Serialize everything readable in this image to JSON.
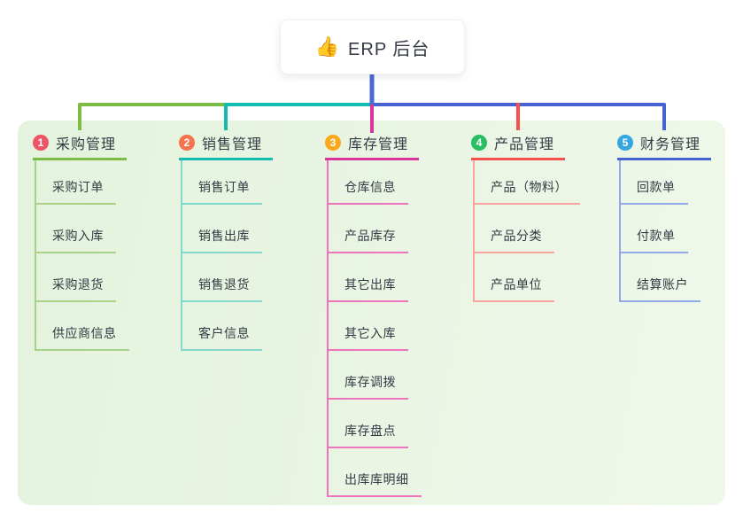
{
  "root": {
    "icon_char": "👍",
    "title": "ERP 后台"
  },
  "colors": {
    "panel_background": "#e9f5e2",
    "root_stem_blue": "#4d68d9",
    "branch_line_colors": [
      "#7cbc45",
      "#13bcae",
      "#d9369b",
      "#f4504c",
      "#4663d4"
    ],
    "badge_colors": [
      "#ec5565",
      "#f4744e",
      "#fba81d",
      "#28be61",
      "#35a6e0"
    ]
  },
  "branches": [
    {
      "num": "1",
      "title": "采购管理",
      "children": [
        "采购订单",
        "采购入库",
        "采购退货",
        "供应商信息"
      ]
    },
    {
      "num": "2",
      "title": "销售管理",
      "children": [
        "销售订单",
        "销售出库",
        "销售退货",
        "客户信息"
      ]
    },
    {
      "num": "3",
      "title": "库存管理",
      "children": [
        "仓库信息",
        "产品库存",
        "其它出库",
        "其它入库",
        "库存调拨",
        "库存盘点",
        "出库库明细"
      ]
    },
    {
      "num": "4",
      "title": "产品管理",
      "children": [
        "产品（物料）",
        "产品分类",
        "产品单位"
      ]
    },
    {
      "num": "5",
      "title": "财务管理",
      "children": [
        "回款单",
        "付款单",
        "结算账户"
      ]
    }
  ]
}
